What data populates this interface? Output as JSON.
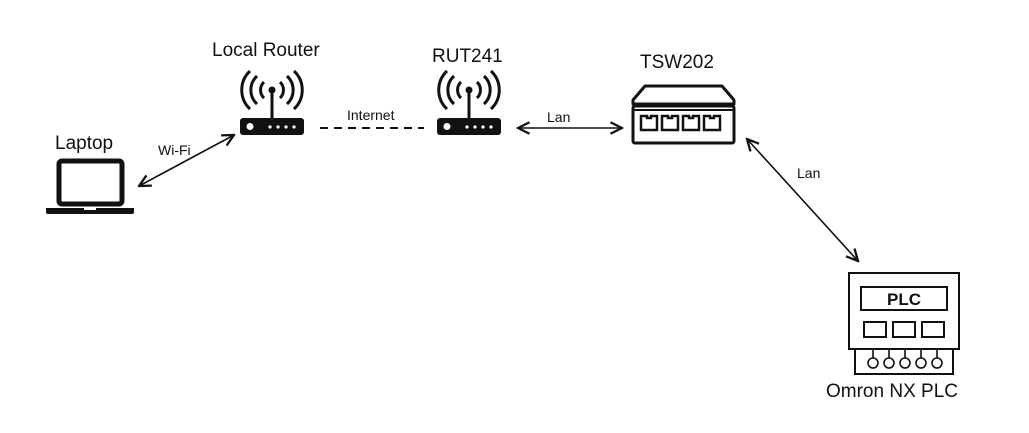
{
  "diagram": {
    "nodes": {
      "laptop": {
        "label": "Laptop",
        "icon": "laptop-icon"
      },
      "local_router": {
        "label": "Local Router",
        "icon": "wifi-router-icon"
      },
      "rut241": {
        "label": "RUT241",
        "icon": "wifi-router-icon"
      },
      "tsw202": {
        "label": "TSW202",
        "icon": "network-switch-icon"
      },
      "plc": {
        "label": "Omron NX PLC",
        "icon": "plc-icon",
        "screen_text": "PLC"
      }
    },
    "edges": [
      {
        "from": "laptop",
        "to": "local_router",
        "label": "Wi-Fi",
        "style": "solid",
        "arrows": "both"
      },
      {
        "from": "local_router",
        "to": "rut241",
        "label": "Internet",
        "style": "dashed",
        "arrows": "none"
      },
      {
        "from": "rut241",
        "to": "tsw202",
        "label": "Lan",
        "style": "solid",
        "arrows": "both"
      },
      {
        "from": "tsw202",
        "to": "plc",
        "label": "Lan",
        "style": "solid",
        "arrows": "both"
      }
    ],
    "colors": {
      "stroke": "#111111",
      "background": "#ffffff"
    }
  }
}
